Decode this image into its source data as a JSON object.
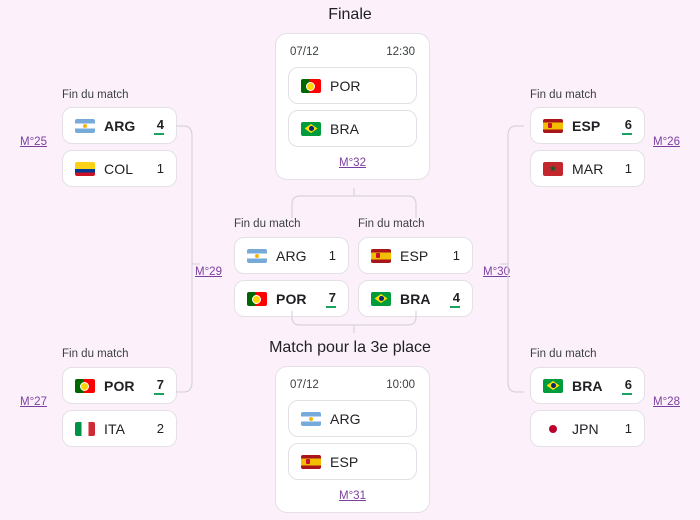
{
  "titles": {
    "final": "Finale",
    "third_place": "Match pour la 3e place"
  },
  "labels": {
    "fin_du_match": "Fin du match"
  },
  "colors": {
    "background": "#fcf1fb",
    "card": "#ffffff",
    "border": "#e3e0e6",
    "link": "#7b3fa0",
    "winner_underline": "#1aa260",
    "text": "#202124"
  },
  "final_match": {
    "date": "07/12",
    "time": "12:30",
    "match_label": "M°32",
    "teams": [
      {
        "code": "POR",
        "flag": "flag-portugal",
        "score": "",
        "winner": false
      },
      {
        "code": "BRA",
        "flag": "flag-brazil",
        "score": "",
        "winner": false
      }
    ]
  },
  "third_place_match": {
    "date": "07/12",
    "time": "10:00",
    "match_label": "M°31",
    "teams": [
      {
        "code": "ARG",
        "flag": "flag-argentina",
        "score": "",
        "winner": false
      },
      {
        "code": "ESP",
        "flag": "flag-spain",
        "score": "",
        "winner": false
      }
    ]
  },
  "semifinals": [
    {
      "match_label": "M°29",
      "status": "Fin du match",
      "teams": [
        {
          "code": "ARG",
          "flag": "flag-argentina",
          "score": "1",
          "winner": false
        },
        {
          "code": "POR",
          "flag": "flag-portugal",
          "score": "7",
          "winner": true
        }
      ]
    },
    {
      "match_label": "M°30",
      "status": "Fin du match",
      "teams": [
        {
          "code": "ESP",
          "flag": "flag-spain",
          "score": "1",
          "winner": false
        },
        {
          "code": "BRA",
          "flag": "flag-brazil",
          "score": "4",
          "winner": true
        }
      ]
    }
  ],
  "quarterfinals": [
    {
      "match_label": "M°25",
      "status": "Fin du match",
      "teams": [
        {
          "code": "ARG",
          "flag": "flag-argentina",
          "score": "4",
          "winner": true
        },
        {
          "code": "COL",
          "flag": "flag-colombia",
          "score": "1",
          "winner": false
        }
      ]
    },
    {
      "match_label": "M°26",
      "status": "Fin du match",
      "teams": [
        {
          "code": "ESP",
          "flag": "flag-spain",
          "score": "6",
          "winner": true
        },
        {
          "code": "MAR",
          "flag": "flag-morocco",
          "score": "1",
          "winner": false
        }
      ]
    },
    {
      "match_label": "M°27",
      "status": "Fin du match",
      "teams": [
        {
          "code": "POR",
          "flag": "flag-portugal",
          "score": "7",
          "winner": true
        },
        {
          "code": "ITA",
          "flag": "flag-italy",
          "score": "2",
          "winner": false
        }
      ]
    },
    {
      "match_label": "M°28",
      "status": "Fin du match",
      "teams": [
        {
          "code": "BRA",
          "flag": "flag-brazil",
          "score": "6",
          "winner": true
        },
        {
          "code": "JPN",
          "flag": "flag-japan",
          "score": "1",
          "winner": false
        }
      ]
    }
  ]
}
